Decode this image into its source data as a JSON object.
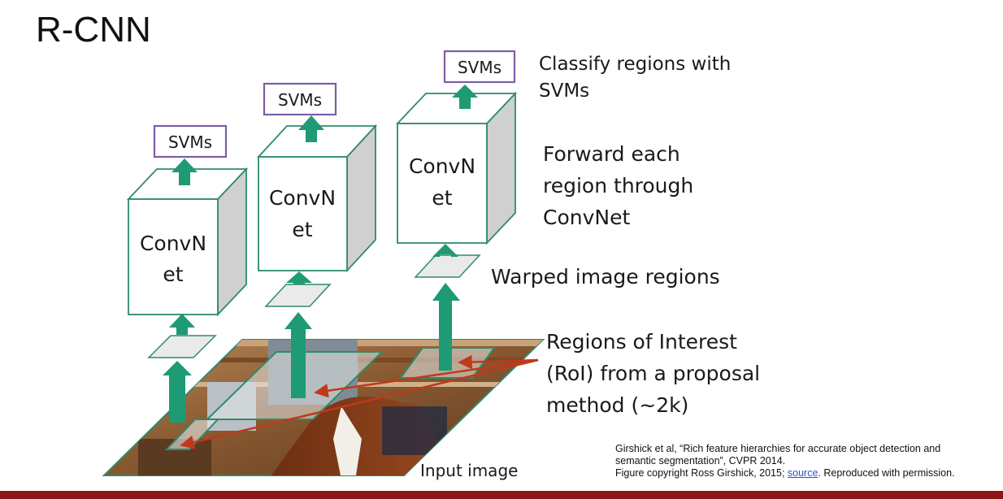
{
  "slide": {
    "title": "R-CNN",
    "colors": {
      "arrow": "#1e9a74",
      "box_border": "#7b5ea7",
      "cube_outline": "#2e8b6a",
      "cube_side": "#d0d0d0",
      "proposal_arrow": "#c0391b",
      "footer_bar": "#8c1515"
    },
    "pipeline": [
      {
        "svm_label": "SVMs",
        "convnet_line1": "ConvN",
        "convnet_line2": "et"
      },
      {
        "svm_label": "SVMs",
        "convnet_line1": "ConvN",
        "convnet_line2": "et"
      },
      {
        "svm_label": "SVMs",
        "convnet_line1": "ConvN",
        "convnet_line2": "et"
      }
    ],
    "annotations": {
      "classify": [
        "Classify regions with",
        "SVMs"
      ],
      "forward": [
        "Forward each",
        "region through",
        "ConvNet"
      ],
      "warped": "Warped image regions",
      "roi": [
        "Regions of Interest",
        "(RoI) from a proposal",
        "method (~2k)"
      ],
      "input": "Input image"
    },
    "citation": {
      "line1": "Girshick et al, “Rich feature hierarchies for accurate object detection and",
      "line2": "semantic segmentation”, CVPR 2014.",
      "line3_prefix": "Figure copyright Ross Girshick, 2015; ",
      "line3_link": "source",
      "line3_suffix": ". Reproduced with permission."
    }
  }
}
